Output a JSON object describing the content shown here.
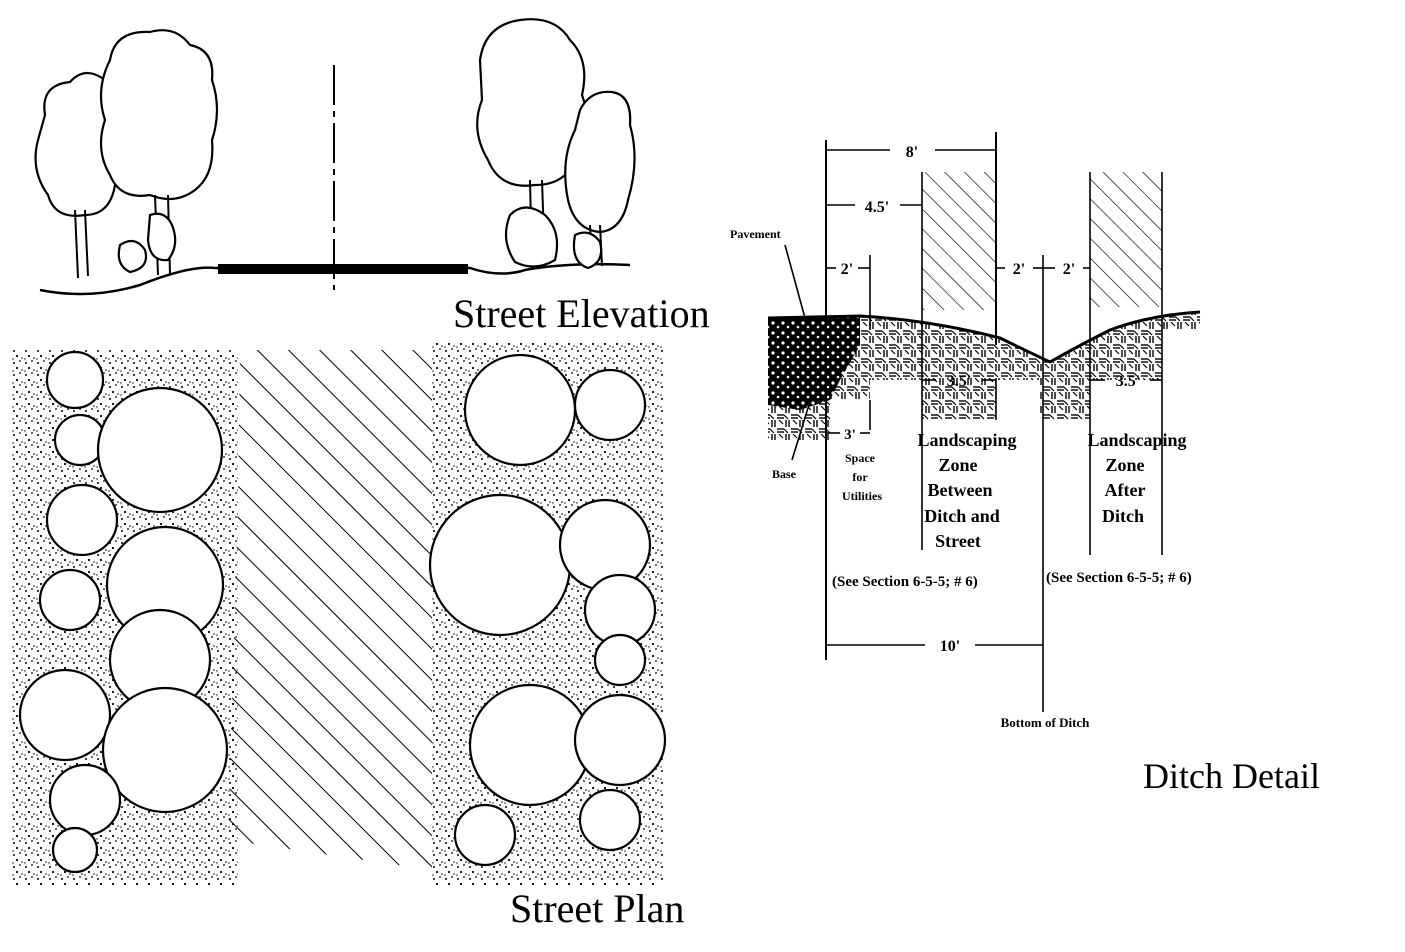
{
  "figure": {
    "street_elevation_title": "Street Elevation",
    "street_plan_title": "Street Plan",
    "ditch_detail_title": "Ditch Detail"
  },
  "ditch_detail": {
    "dimensions": {
      "total_width": "8'",
      "to_ditch_zone": "4.5'",
      "pavement_edge_left": "2'",
      "ditch_left": "2'",
      "ditch_right": "2'",
      "depth_left": "3.5'",
      "depth_right": "3.5'",
      "utilities_width": "3'",
      "to_bottom": "10'"
    },
    "labels": {
      "pavement": "Pavement",
      "base": "Base",
      "utilities": [
        "Space",
        "for",
        "Utilities"
      ],
      "zone_between": [
        "Landscaping",
        "Zone",
        "Between",
        "Ditch and",
        "Street"
      ],
      "zone_after": [
        "Landscaping",
        "Zone",
        "After",
        "Ditch"
      ],
      "section_ref_left": "(See Section 6-5-5; # 6)",
      "section_ref_right": "(See Section 6-5-5; # 6)",
      "bottom_of_ditch": "Bottom of Ditch"
    }
  },
  "colors": {
    "ink": "#000000",
    "paper": "#ffffff"
  }
}
